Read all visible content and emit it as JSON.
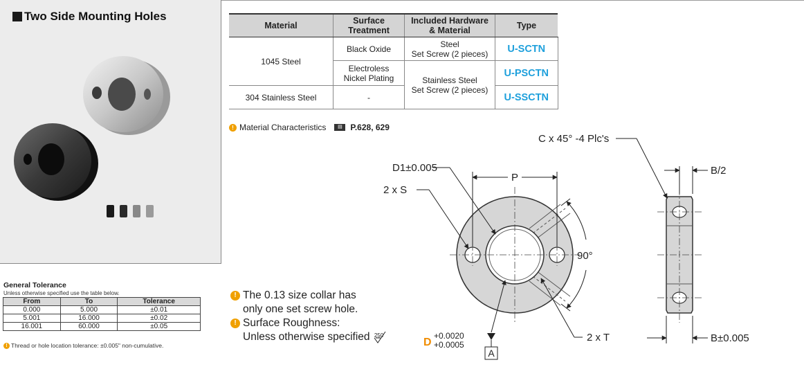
{
  "panel": {
    "title": "Two Side Mounting Holes"
  },
  "tolerance": {
    "title": "General Tolerance",
    "subtitle": "Unless otherwise specified use the table below.",
    "headers": [
      "From",
      "To",
      "Tolerance"
    ],
    "rows": [
      [
        "0.000",
        "5.000",
        "±0.01"
      ],
      [
        "5.001",
        "16.000",
        "±0.02"
      ],
      [
        "16.001",
        "60.000",
        "±0.05"
      ]
    ],
    "note": "Thread or hole location tolerance: ±0.005\" non-cumulative."
  },
  "spec_table": {
    "headers": {
      "material": "Material",
      "surface_1": "Surface",
      "surface_2": "Treatment",
      "hardware_1": "Included Hardware",
      "hardware_2": "& Material",
      "type": "Type"
    },
    "rows": {
      "r1_material": "1045 Steel",
      "r1_surface": "Black Oxide",
      "r1_hardware_1": "Steel",
      "r1_hardware_2": "Set Screw (2 pieces)",
      "r1_type": "U-SCTN",
      "r2_surface_1": "Electroless",
      "r2_surface_2": "Nickel Plating",
      "r2_hardware_1": "Stainless Steel",
      "r2_hardware_2": "Set Screw (2 pieces)",
      "r2_type": "U-PSCTN",
      "r3_material": "304 Stainless Steel",
      "r3_surface": "-",
      "r3_type": "U-SSCTN"
    }
  },
  "material_characteristics": {
    "label": "Material Characteristics",
    "pages": "P.628, 629"
  },
  "notes": {
    "line1a": "The 0.13 size collar has",
    "line1b": "only one set screw hole.",
    "line2a": "Surface Roughness:",
    "line2b": "Unless otherwise specified",
    "roughness": "250"
  },
  "drawing": {
    "d1": "D1±0.005",
    "p": "P",
    "two_s": "2 x S",
    "chamfer": "C x 45° -4 Plc's",
    "b_half": "B/2",
    "angle": "90°",
    "two_t": "2 x T",
    "b": "B±0.005",
    "d_label": "D",
    "d_plus": "+0.0020",
    "d_minus": "+0.0005",
    "datum": "A"
  },
  "colors": {
    "type_link": "#1ea0dc",
    "d_label": "#f08c00",
    "bulb": "#f0a000"
  }
}
